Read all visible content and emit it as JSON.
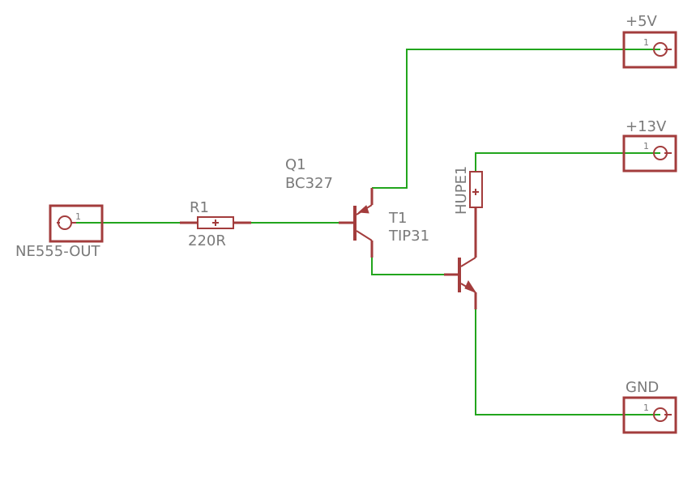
{
  "colors": {
    "wire": "#22a51d",
    "component": "#a33c3c",
    "label": "#7a7a7a",
    "background": "#ffffff"
  },
  "connectors": {
    "in": {
      "name": "NE555-OUT",
      "pin": "1"
    },
    "v5": {
      "name": "+5V",
      "pin": "1"
    },
    "v13": {
      "name": "+13V",
      "pin": "1"
    },
    "gnd": {
      "name": "GND",
      "pin": "1"
    }
  },
  "resistor": {
    "name": "R1",
    "value": "220R"
  },
  "transistor_q1": {
    "name": "Q1",
    "value": "BC327"
  },
  "transistor_t1": {
    "name": "T1",
    "value": "TIP31"
  },
  "buzzer": {
    "name": "HUPE1"
  }
}
